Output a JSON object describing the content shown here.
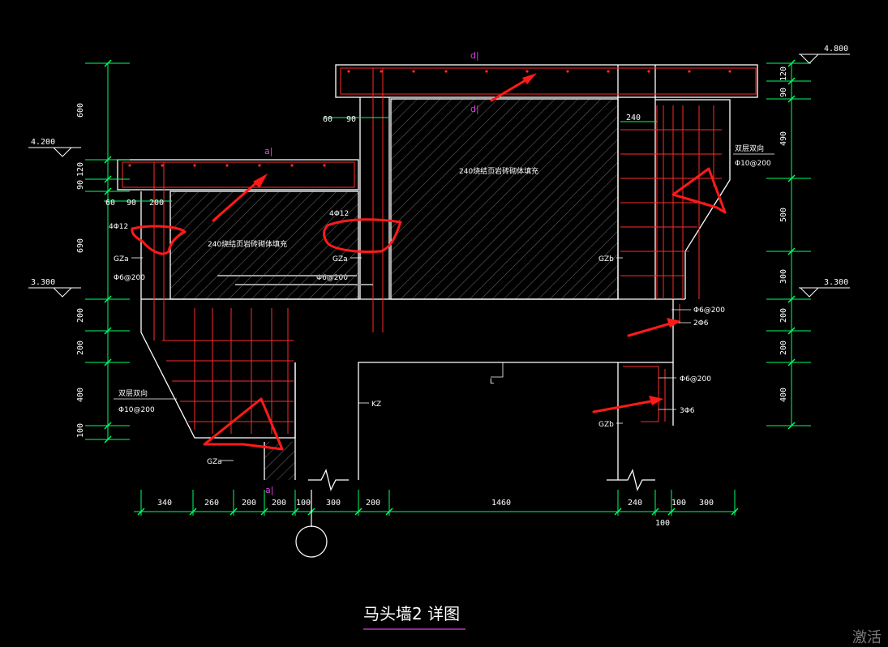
{
  "drawing_title": "马头墙2 详图",
  "watermark": "激活",
  "elevations": {
    "left_top": "4.200",
    "left_mid": "3.300",
    "right_top": "4.800",
    "right_mid": "3.300"
  },
  "left_dims": [
    "600",
    "120",
    "90",
    "690",
    "200",
    "200",
    "400",
    "100"
  ],
  "right_dims": [
    "120",
    "90",
    "490",
    "500",
    "300",
    "200",
    "200",
    "400"
  ],
  "top_dims": {
    "a": "60",
    "b": "90",
    "c": "240"
  },
  "mid_dims": {
    "a": "60",
    "b": "90",
    "c": "200"
  },
  "bottom_dims": [
    "340",
    "260",
    "200",
    "200",
    "100",
    "300",
    "200",
    "1460",
    "240",
    "100",
    "300"
  ],
  "bottom_extra": "100",
  "beam_marks": {
    "top": "d|",
    "top2": "d|",
    "mid": "a|",
    "bottom": "a|"
  },
  "fill_text": "240烧结页岩砖砌体填充",
  "labels": {
    "gza_1": "GZa",
    "gza_2": "GZa",
    "gza_3": "GZa",
    "gzb_1": "GZb",
    "gzb_2": "GZb",
    "kz": "KZ",
    "l": "L",
    "rebar_4phi12_a": "4Φ12",
    "rebar_4phi12_b": "4Φ12",
    "stirrup_a": "Φ6@200",
    "stirrup_b": "Φ6@200",
    "stirrup_c": "Φ6@200",
    "stirrup_d": "Φ6@200",
    "bars_2phi6": "2Φ6",
    "bars_3phi6": "3Φ6",
    "dual_left_1": "双层双向",
    "dual_left_2": "Φ10@200",
    "dual_right_1": "双层双向",
    "dual_right_2": "Φ10@200"
  },
  "colors": {
    "line": "#ffffff",
    "dim": "#00ff66",
    "rebar": "#ff2a2a",
    "mark": "#e040e0",
    "annotation": "#ff1a1a",
    "hatch": "#8a8a8a"
  }
}
